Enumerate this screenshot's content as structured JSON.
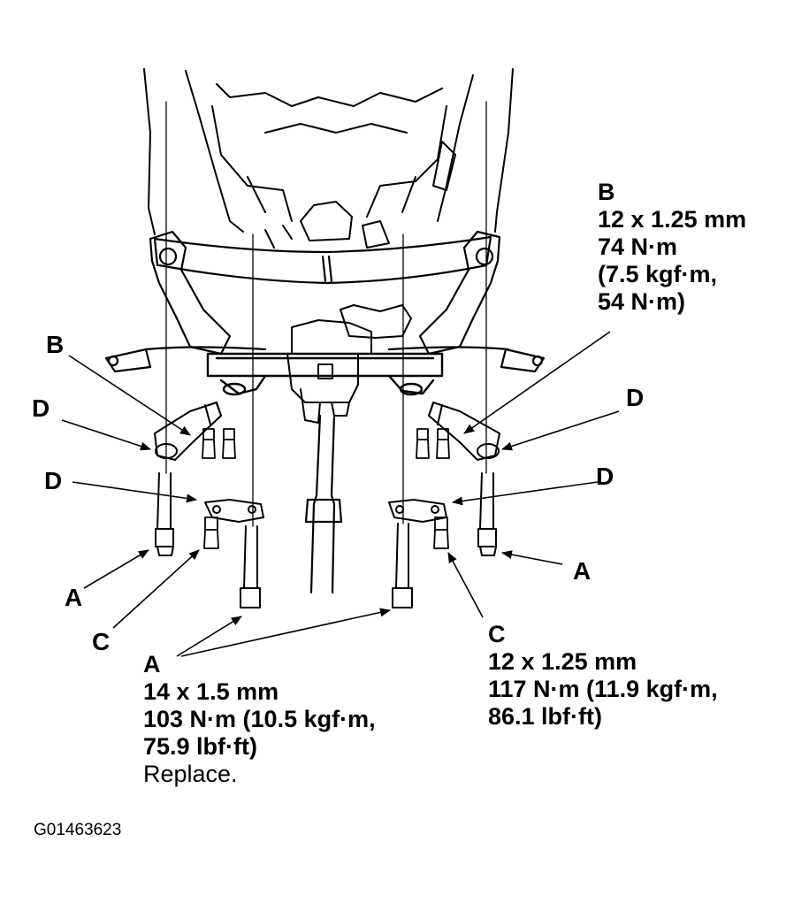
{
  "callouts": {
    "b_left": "B",
    "d_left_upper": "D",
    "d_left_lower": "D",
    "a_left": "A",
    "c_left": "C",
    "d_right_upper": "D",
    "d_right_lower": "D",
    "a_right": "A"
  },
  "spec_b": {
    "letter": "B",
    "size": "12 x 1.25 mm",
    "torque_nm": "74 N·m",
    "torque_kgf": "(7.5 kgf·m,",
    "torque_lbf": "54 N·m)"
  },
  "spec_a": {
    "letter": "A",
    "size": "14 x 1.5 mm",
    "torque_line1": "103 N·m (10.5 kgf·m,",
    "torque_line2": "75.9 lbf·ft)",
    "note": "Replace."
  },
  "spec_c": {
    "letter": "C",
    "size": "12 x 1.25 mm",
    "torque_line1": "117 N·m (11.9 kgf·m,",
    "torque_line2": "86.1 lbf·ft)"
  },
  "figure_id": "G01463623"
}
